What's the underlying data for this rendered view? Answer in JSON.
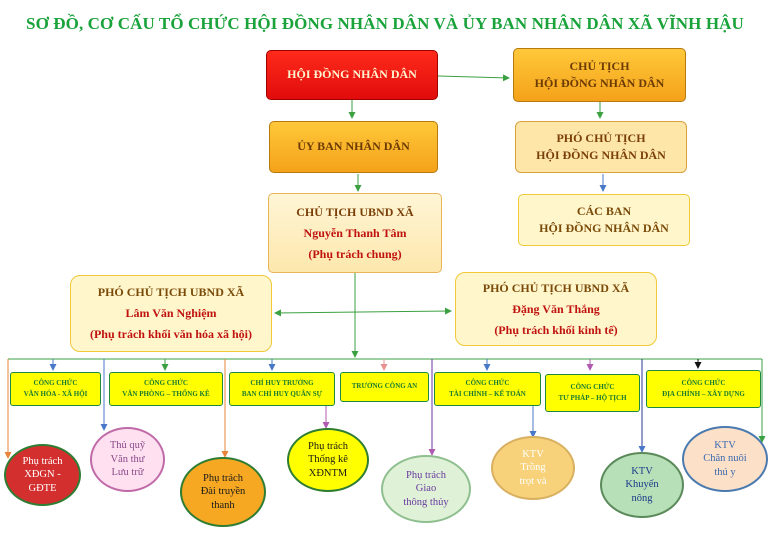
{
  "title": "SƠ ĐỒ, CƠ CẤU TỔ CHỨC HỘI ĐỒNG NHÂN DÂN VÀ ỦY BAN NHÂN DÂN XÃ VĨNH HẬU",
  "hdnd": "HỘI ĐỒNG NHÂN DÂN",
  "chu_tich_hdnd": {
    "line1": "CHỦ TỊCH",
    "line2": "HỘI ĐỒNG NHÂN DÂN"
  },
  "ubnd": "ỦY BAN NHÂN DÂN",
  "pho_chu_tich_hdnd": {
    "line1": "PHÓ CHỦ TỊCH",
    "line2": "HỘI ĐỒNG NHÂN DÂN"
  },
  "cac_ban": {
    "line1": "CÁC BAN",
    "line2": "HỘI ĐỒNG NHÂN DÂN"
  },
  "chu_tich_ubnd": {
    "line1": "CHỦ TỊCH UBND XÃ",
    "name": "Nguyễn Thanh Tâm",
    "role": "(Phụ trách chung)"
  },
  "pho_ct_left": {
    "line1": "PHÓ CHỦ TỊCH UBND XÃ",
    "name": "Lâm Văn Nghiệm",
    "role": "(Phụ trách khối văn hóa xã hội)"
  },
  "pho_ct_right": {
    "line1": "PHÓ CHỦ TỊCH UBND XÃ",
    "name": "Đặng Văn Thắng",
    "role": "(Phụ trách khối kinh tế)"
  },
  "departments": [
    {
      "line1": "CÔNG CHỨC",
      "line2": "VĂN HÓA - XÃ HỘI"
    },
    {
      "line1": "CÔNG CHỨC",
      "line2": "VĂN PHÒNG – THỐNG KÊ"
    },
    {
      "line1": "CHỈ HUY TRƯỞNG",
      "line2": "BAN CHỈ HUY QUÂN SỰ"
    },
    {
      "line1": "TRƯỞNG CÔNG AN",
      "line2": ""
    },
    {
      "line1": "CÔNG CHỨC",
      "line2": "TÀI CHÍNH – KẾ TOÁN"
    },
    {
      "line1": "CÔNG CHỨC",
      "line2": "TƯ PHÁP – HỘ TỊCH"
    },
    {
      "line1": "CÔNG CHỨC",
      "line2": "ĐỊA CHÍNH – XÂY DỰNG"
    }
  ],
  "circles": [
    {
      "lines": [
        "Phụ trách",
        "XĐGN -",
        "GĐTE"
      ],
      "fill": "#d32f2f",
      "stroke": "#2e7d32",
      "text": "#ffffff"
    },
    {
      "lines": [
        "Thủ quỹ",
        "Văn thư",
        "Lưu trữ"
      ],
      "fill": "#ffe0f0",
      "stroke": "#c06aa8",
      "text": "#8a4a8a"
    },
    {
      "lines": [
        "Phụ trách",
        "Đài truyền",
        "thanh"
      ],
      "fill": "#f7a823",
      "stroke": "#2e7d32",
      "text": "#1a1a1a"
    },
    {
      "lines": [
        "Phụ trách",
        "Thống kê",
        "XĐNTM"
      ],
      "fill": "#ffff00",
      "stroke": "#2e7d32",
      "text": "#1a1a1a"
    },
    {
      "lines": [
        "Phụ trách",
        "Giao",
        "thông thủy"
      ],
      "fill": "#dff2d8",
      "stroke": "#8fbf8f",
      "text": "#6a3aa0"
    },
    {
      "lines": [
        "KTV",
        "Trồng",
        "trọt và"
      ],
      "fill": "#f7d27a",
      "stroke": "#d8b060",
      "text": "#ffffff"
    },
    {
      "lines": [
        "KTV",
        "Khuyến",
        "nông"
      ],
      "fill": "#b8e0b8",
      "stroke": "#5a8a5a",
      "text": "#1a3a8a"
    },
    {
      "lines": [
        "KTV",
        "Chăn nuôi",
        "thú y"
      ],
      "fill": "#fde0c8",
      "stroke": "#4a7ab0",
      "text": "#3a6ab0"
    }
  ]
}
